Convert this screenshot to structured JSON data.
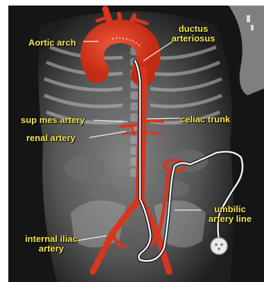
{
  "labels": {
    "aortic_arch": "Aortic arch",
    "ductus_line1": "ductus",
    "ductus_line2": "arteriosus",
    "sup_mes_artery": "sup mes artery",
    "celiac_trunk": "celiac trunk",
    "renal_artery": "renal artery",
    "umbilic_line1": "umbilic",
    "umbilic_line2": "artery line",
    "internal_iliac_line1": "internal iliac",
    "internal_iliac_line2": "artery"
  },
  "colors": {
    "label_text": "#f7e64a",
    "artery": "#d8351f",
    "catheter": "#f2f2f2",
    "xray_bone": "#bdbdbd",
    "background": "#151515"
  }
}
